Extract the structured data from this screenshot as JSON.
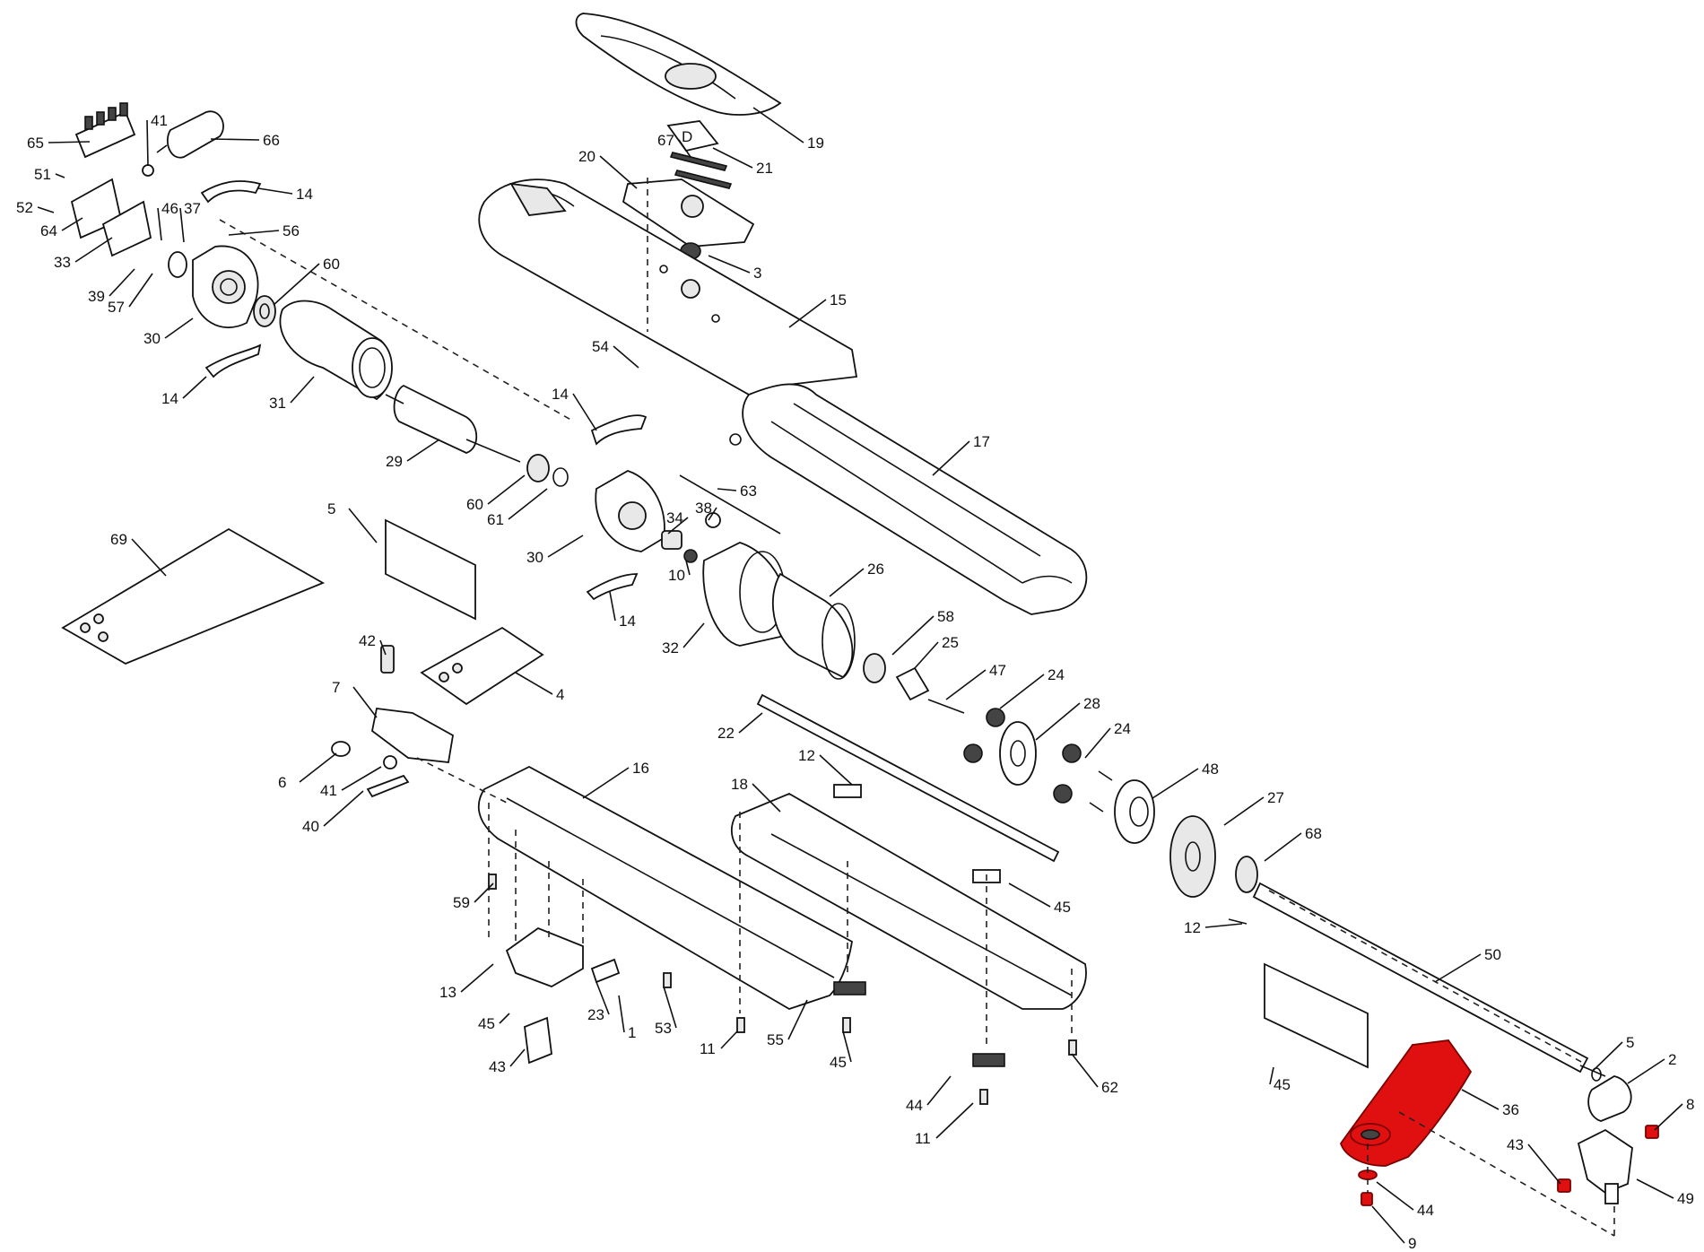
{
  "diagram": {
    "highlight_color": "#e01010",
    "highlighted_parts": [
      "8",
      "44",
      "49"
    ],
    "labels": [
      "65",
      "41",
      "66",
      "51",
      "14",
      "52",
      "46",
      "37",
      "56",
      "64",
      "33",
      "60",
      "39",
      "57",
      "30",
      "14",
      "31",
      "19",
      "67",
      "21",
      "20",
      "3",
      "15",
      "54",
      "14",
      "17",
      "29",
      "60",
      "61",
      "63",
      "38",
      "34",
      "30",
      "10",
      "5",
      "69",
      "26",
      "14",
      "32",
      "58",
      "25",
      "42",
      "4",
      "7",
      "47",
      "24",
      "28",
      "24",
      "22",
      "6",
      "41",
      "40",
      "12",
      "16",
      "18",
      "48",
      "27",
      "68",
      "59",
      "45",
      "12",
      "50",
      "13",
      "23",
      "1",
      "53",
      "45",
      "55",
      "11",
      "45",
      "43",
      "62",
      "45",
      "5",
      "2",
      "36",
      "8",
      "44",
      "11",
      "43",
      "44",
      "49",
      "9",
      "44"
    ]
  }
}
